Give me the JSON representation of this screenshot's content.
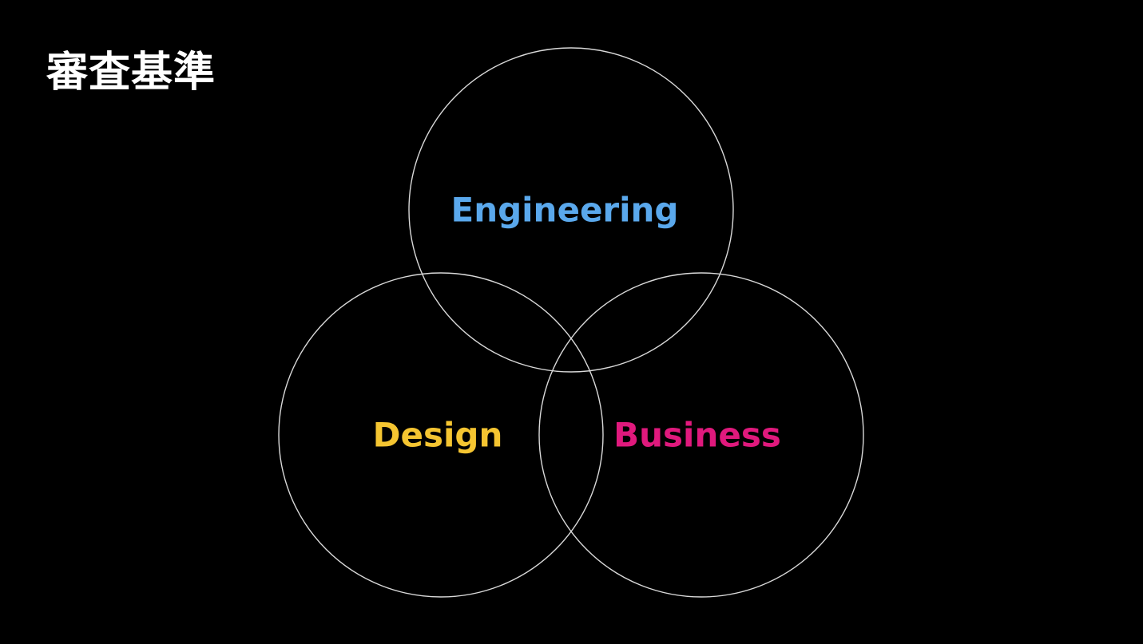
{
  "title": "審査基準",
  "colors": {
    "background": "#000000",
    "title": "#ffffff",
    "circle_stroke": "#d9d9d9"
  },
  "diagram": {
    "type": "venn",
    "sets": [
      {
        "key": "engineering",
        "label": "Engineering",
        "color": "#5aa8ec"
      },
      {
        "key": "design",
        "label": "Design",
        "color": "#f5c531"
      },
      {
        "key": "business",
        "label": "Business",
        "color": "#e0197d"
      }
    ]
  }
}
